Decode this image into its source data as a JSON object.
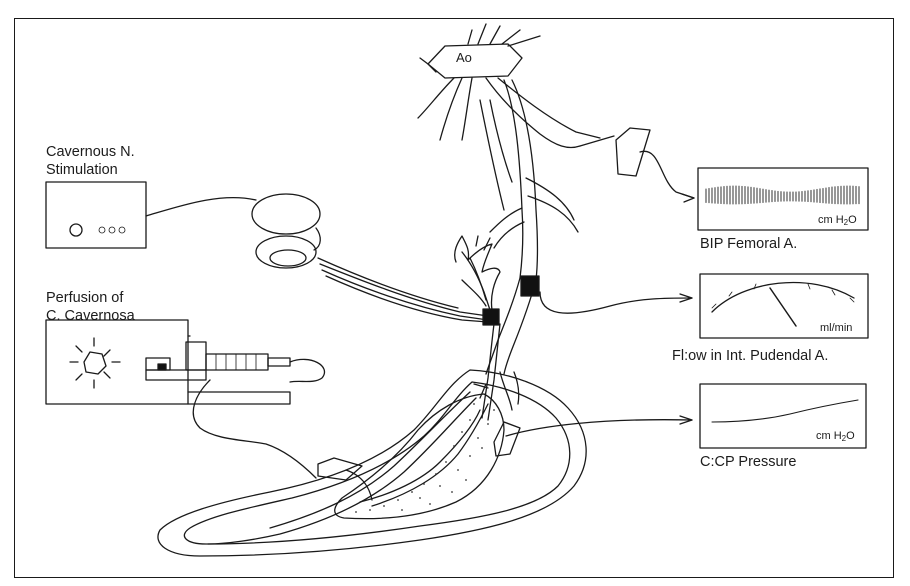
{
  "labels": {
    "aorta": "Ao",
    "stimulation_title": "Cavernous N.",
    "stimulation_subtitle": "Stimulation",
    "perfusion_title": "Perfusion of",
    "perfusion_subtitle": "C. Cavernosa",
    "bp_caption": "BIP Femoral A.",
    "flow_caption": "Fl:ow in Int. Pudendal A.",
    "ccp_caption": "C:CP Pressure"
  },
  "units": {
    "bp_unit_prefix": "cm H",
    "bp_unit_sub": "2",
    "bp_unit_suffix": "O",
    "flow_unit": "ml/min",
    "ccp_unit_prefix": "cm H",
    "ccp_unit_sub": "2",
    "ccp_unit_suffix": "O"
  }
}
